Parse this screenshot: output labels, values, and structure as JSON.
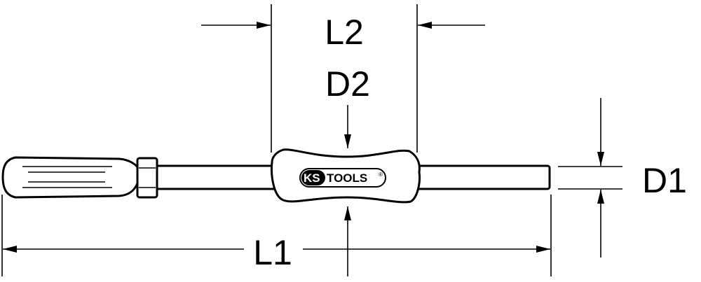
{
  "dimensions": {
    "l1": "L1",
    "l2": "L2",
    "d1": "D1",
    "d2": "D2"
  },
  "logo": {
    "brand_ks": "KS",
    "brand_tools": "TOOLS",
    "registered": "®"
  },
  "colors": {
    "line": "#000000",
    "background": "#ffffff"
  }
}
